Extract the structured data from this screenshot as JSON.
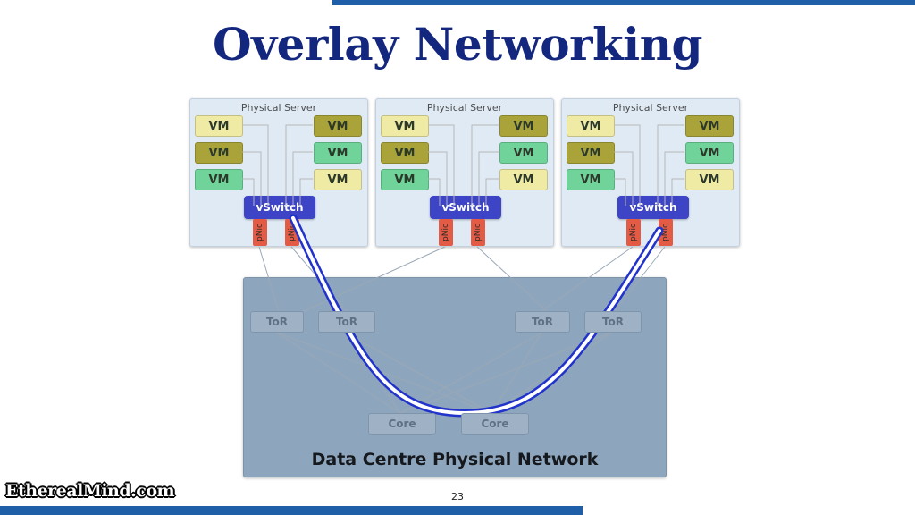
{
  "slide": {
    "title": "Overlay Networking",
    "page_number": "23",
    "brand": "EtherealMind.com"
  },
  "servers": [
    {
      "title": "Physical Server",
      "vms_left": [
        {
          "label": "VM",
          "color": "#efeaa4"
        },
        {
          "label": "VM",
          "color": "#a9a33a"
        },
        {
          "label": "VM",
          "color": "#6fd39a"
        }
      ],
      "vms_right": [
        {
          "label": "VM",
          "color": "#a9a33a"
        },
        {
          "label": "VM",
          "color": "#6fd39a"
        },
        {
          "label": "VM",
          "color": "#efeaa4"
        }
      ],
      "vswitch": "vSwitch",
      "pnics": [
        "pNic",
        "pNic"
      ]
    },
    {
      "title": "Physical Server",
      "vms_left": [
        {
          "label": "VM",
          "color": "#efeaa4"
        },
        {
          "label": "VM",
          "color": "#a9a33a"
        },
        {
          "label": "VM",
          "color": "#6fd39a"
        }
      ],
      "vms_right": [
        {
          "label": "VM",
          "color": "#a9a33a"
        },
        {
          "label": "VM",
          "color": "#6fd39a"
        },
        {
          "label": "VM",
          "color": "#efeaa4"
        }
      ],
      "vswitch": "vSwitch",
      "pnics": [
        "pNic",
        "pNic"
      ]
    },
    {
      "title": "Physical Server",
      "vms_left": [
        {
          "label": "VM",
          "color": "#efeaa4"
        },
        {
          "label": "VM",
          "color": "#a9a33a"
        },
        {
          "label": "VM",
          "color": "#6fd39a"
        }
      ],
      "vms_right": [
        {
          "label": "VM",
          "color": "#a9a33a"
        },
        {
          "label": "VM",
          "color": "#6fd39a"
        },
        {
          "label": "VM",
          "color": "#efeaa4"
        }
      ],
      "vswitch": "vSwitch",
      "pnics": [
        "pNic",
        "pNic"
      ]
    }
  ],
  "network": {
    "label": "Data Centre Physical Network",
    "tor_switches": [
      "ToR",
      "ToR",
      "ToR",
      "ToR"
    ],
    "core_switches": [
      "Core",
      "Core"
    ]
  },
  "colors": {
    "title": "#14277f",
    "accent_bar": "#1f5fa8",
    "vswitch": "#3d44c5",
    "pnic": "#e35a45",
    "overlay_tunnel": "#2233cc"
  }
}
